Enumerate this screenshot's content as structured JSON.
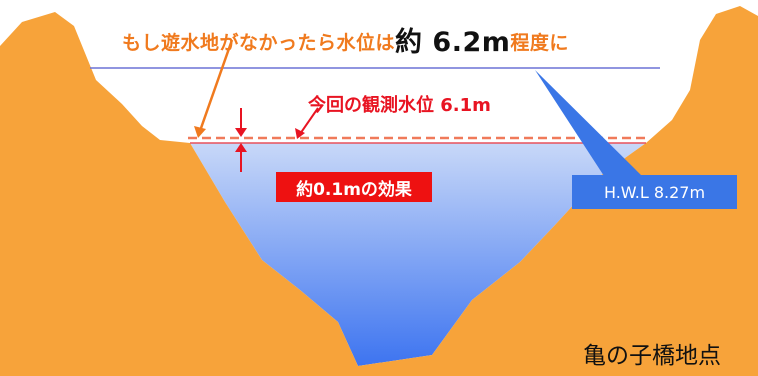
{
  "headline": {
    "prefix": "もし遊水地がなかったら水位は",
    "value": "約 6.2m",
    "suffix": "程度に"
  },
  "observed_label": "今回の観測水位 6.1m",
  "effect_label": "約0.1mの効果",
  "hwl_label": "H.W.L 8.27m",
  "location_label": "亀の子橋地点",
  "colors": {
    "terrain": "#f7a33a",
    "water_top": "#c8d8f8",
    "water_bottom": "#3d74f0",
    "dashed_line": "#f07a5a",
    "hwl_line": "#6b72d6",
    "effect_box": "#ee1111",
    "hwl_box": "#3a76e6",
    "headline": "#f07a1e",
    "observed_text": "#e81422"
  }
}
